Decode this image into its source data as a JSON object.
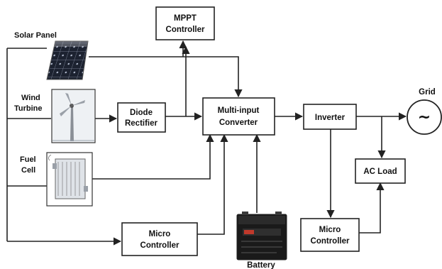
{
  "sources": {
    "solar": "Solar Panel",
    "wind_line1": "Wind",
    "wind_line2": "Turbine",
    "fuel_line1": "Fuel",
    "fuel_line2": "Cell"
  },
  "blocks": {
    "mppt_line1": "MPPT",
    "mppt_line2": "Controller",
    "diode_line1": "Diode",
    "diode_line2": "Rectifier",
    "converter_line1": "Multi-input",
    "converter_line2": "Converter",
    "inverter": "Inverter",
    "ac_load": "AC Load",
    "micro_left_line1": "Micro",
    "micro_left_line2": "Controller",
    "micro_right_line1": "Micro",
    "micro_right_line2": "Controller"
  },
  "grid": {
    "label": "Grid",
    "symbol": "~"
  },
  "battery": {
    "label": "Battery"
  },
  "icons": [
    "solar-panel-icon",
    "wind-turbine-icon",
    "fuel-cell-icon",
    "battery-icon",
    "ac-source-icon"
  ]
}
